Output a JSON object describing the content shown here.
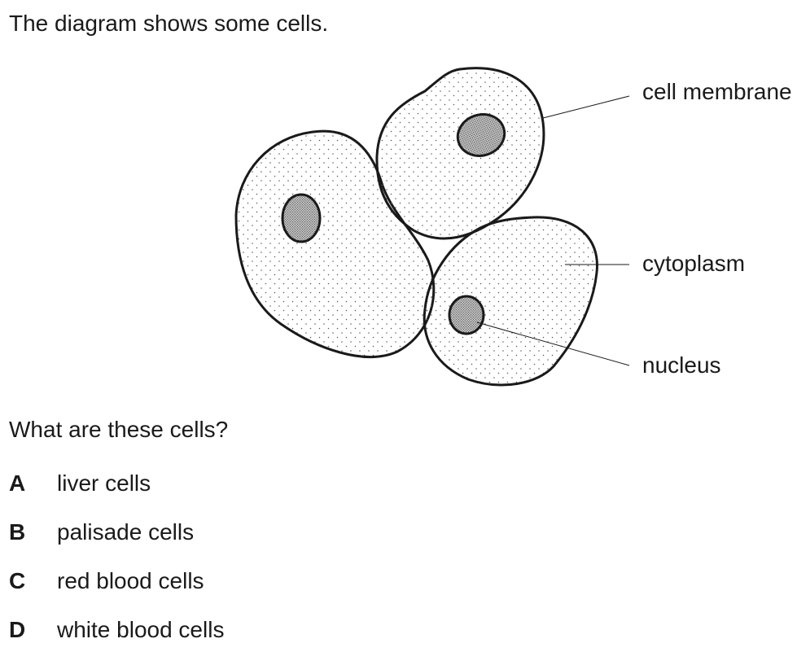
{
  "question": {
    "intro": "The diagram shows some cells.",
    "prompt": "What are these cells?",
    "options": [
      {
        "letter": "A",
        "text": "liver cells"
      },
      {
        "letter": "B",
        "text": "palisade cells"
      },
      {
        "letter": "C",
        "text": "red blood cells"
      },
      {
        "letter": "D",
        "text": "white blood cells"
      }
    ]
  },
  "diagram": {
    "labels": {
      "cell_membrane": "cell membrane",
      "cytoplasm": "cytoplasm",
      "nucleus": "nucleus"
    }
  },
  "colors": {
    "ink": "#1a1a1a",
    "background": "#ffffff"
  }
}
